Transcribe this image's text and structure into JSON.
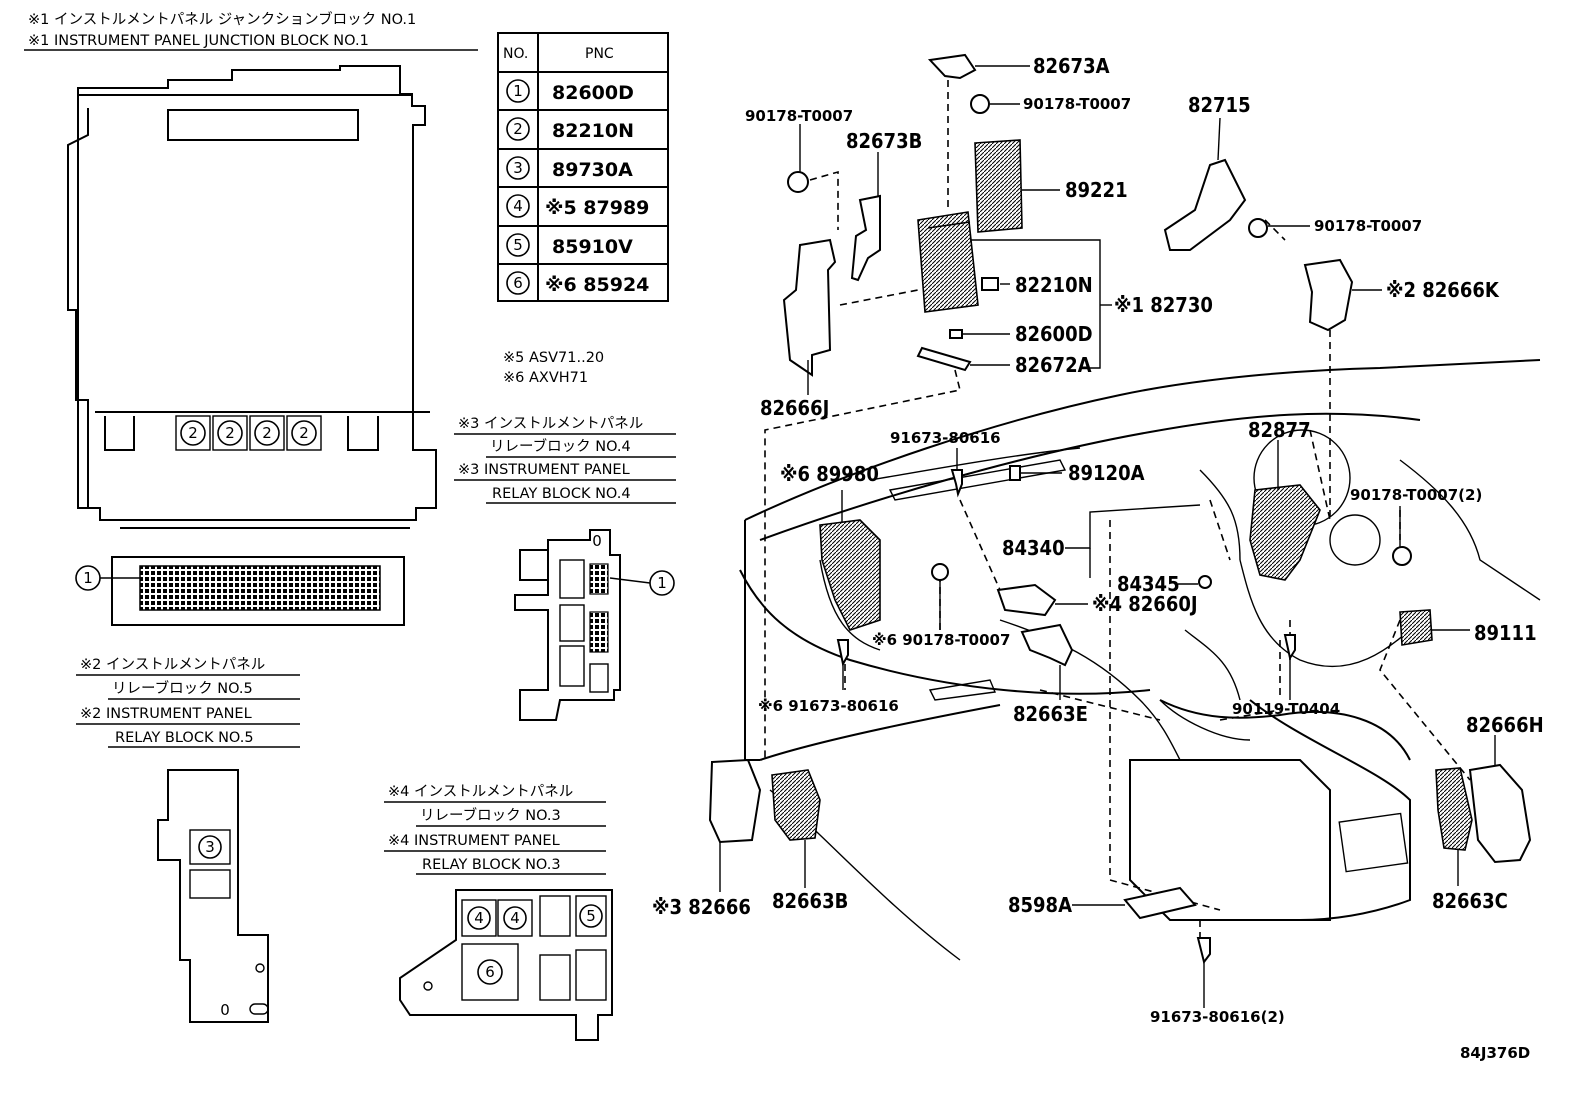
{
  "headers": {
    "jb1_jp": "※1 インストルメントパネル ジャンクションブロック NO.1",
    "jb1_en": "※1 INSTRUMENT PANEL JUNCTION BLOCK NO.1",
    "rb4_jp1": "※3 インストルメントパネル",
    "rb4_jp2": "リレーブロック NO.4",
    "rb4_en1": "※3 INSTRUMENT PANEL",
    "rb4_en2": "RELAY BLOCK NO.4",
    "rb5_jp1": "※2 インストルメントパネル",
    "rb5_jp2": "リレーブロック NO.5",
    "rb5_en1": "※2 INSTRUMENT PANEL",
    "rb5_en2": "RELAY BLOCK NO.5",
    "rb3_jp1": "※4 インストルメントパネル",
    "rb3_jp2": "リレーブロック NO.3",
    "rb3_en1": "※4 INSTRUMENT PANEL",
    "rb3_en2": "RELAY BLOCK NO.3"
  },
  "notes": {
    "n5": "※5 ASV71..20",
    "n6": "※6 AXVH71"
  },
  "table": {
    "col_no": "NO.",
    "col_pnc": "PNC",
    "rows": [
      {
        "no": "1",
        "pnc": "82600D"
      },
      {
        "no": "2",
        "pnc": "82210N"
      },
      {
        "no": "3",
        "pnc": "89730A"
      },
      {
        "no": "4",
        "pnc": "※5 87989"
      },
      {
        "no": "5",
        "pnc": "85910V"
      },
      {
        "no": "6",
        "pnc": "※6 85924"
      }
    ]
  },
  "markers": {
    "one": "1",
    "two": "2",
    "three": "3",
    "four": "4",
    "five": "5",
    "six": "6",
    "zero": "0"
  },
  "parts": {
    "p82673A": "82673A",
    "p90178_top": "90178-T0007",
    "p90178_left": "90178-T0007",
    "p82715": "82715",
    "p82673B": "82673B",
    "p89221": "89221",
    "p90178_right": "90178-T0007",
    "p82210N": "82210N",
    "p82730": "※1 82730",
    "p82666K": "※2 82666K",
    "p82600D": "82600D",
    "p82672A": "82672A",
    "p82666J": "82666J",
    "p91673_a": "91673-80616",
    "p89120A": "89120A",
    "p82877": "82877",
    "p89980": "※6 89980",
    "p90178_2": "90178-T0007(2)",
    "p84340": "84340",
    "p84345": "84345",
    "p82660J": "※4 82660J",
    "p89111": "89111",
    "p90178_6": "※6 90178-T0007",
    "p91673_6": "※6 91673-80616",
    "p82663E": "82663E",
    "p90119": "90119-T0404",
    "p82666H": "82666H",
    "p82666": "※3 82666",
    "p82663B": "82663B",
    "p8598A": "8598A",
    "p82663C": "82663C",
    "p91673_2": "91673-80616(2)"
  },
  "diagram_id": "84J376D"
}
